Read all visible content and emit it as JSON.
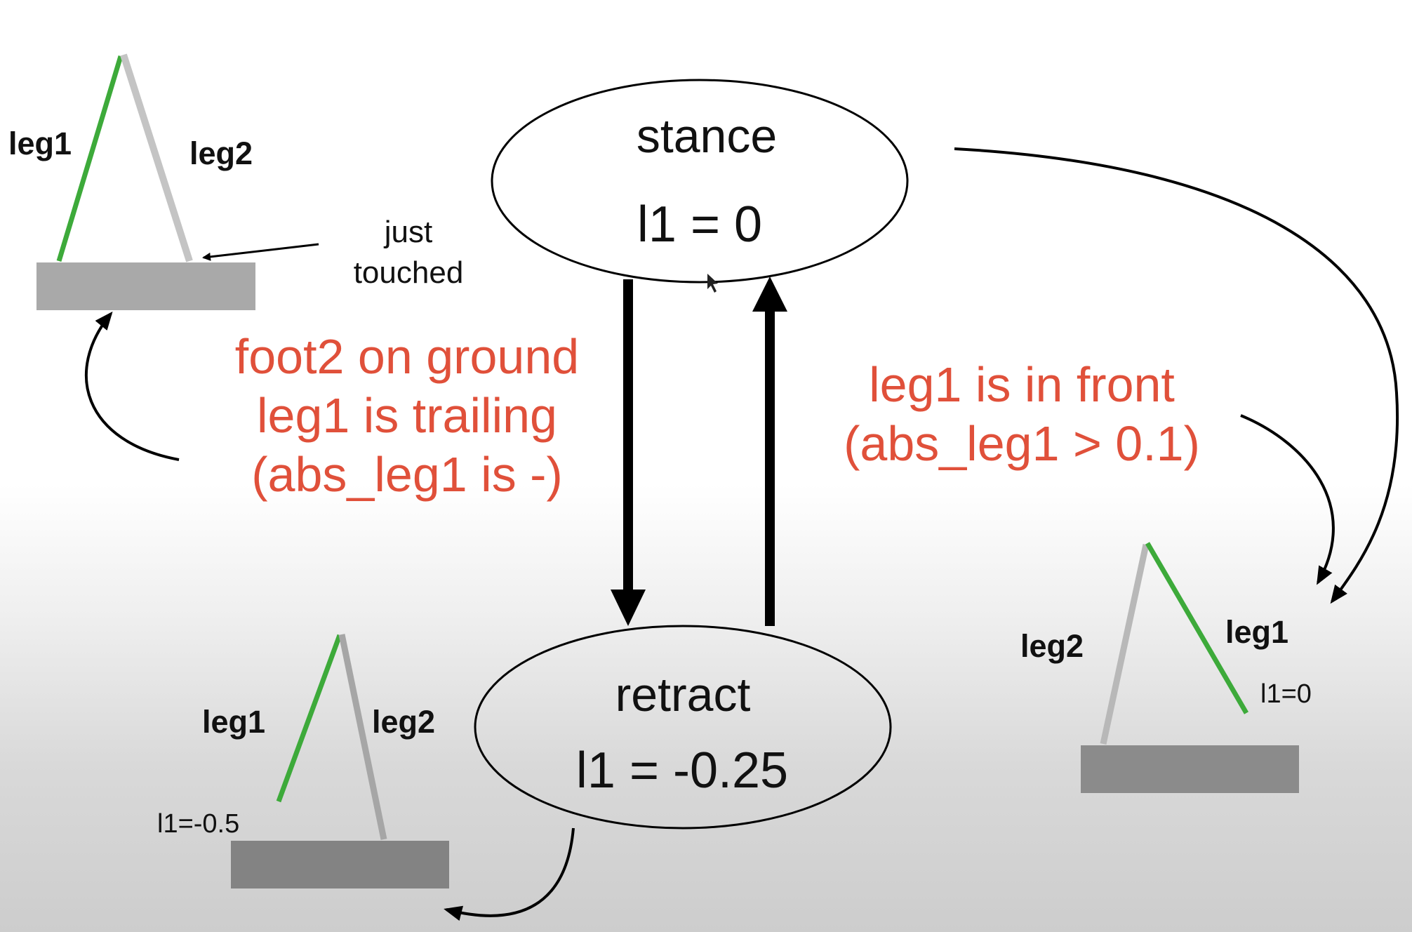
{
  "colors": {
    "accent_red": "#e0503a",
    "leg_active_green": "#3daa3a",
    "leg_inactive_gray": "#c4c4c4",
    "ground_gray": "#8f8f8f",
    "line_black": "#000000"
  },
  "states": {
    "stance": {
      "name": "stance",
      "value": "l1 = 0"
    },
    "retract": {
      "name": "retract",
      "value": "l1 = -0.25"
    }
  },
  "transitions": {
    "to_stance": {
      "lines": [
        "foot2 on ground",
        "leg1 is trailing",
        "(abs_leg1 is -)"
      ]
    },
    "to_retract": {
      "lines": [
        "leg1 is in front",
        "(abs_leg1 > 0.1)"
      ]
    }
  },
  "figures": {
    "top_left": {
      "leg_a": "leg1",
      "leg_b": "leg2",
      "note_lines": [
        "just",
        "touched"
      ]
    },
    "bottom_left": {
      "leg_a": "leg1",
      "leg_b": "leg2",
      "value": "l1=-0.5"
    },
    "right": {
      "leg_a": "leg2",
      "leg_b": "leg1",
      "value": "l1=0"
    }
  }
}
